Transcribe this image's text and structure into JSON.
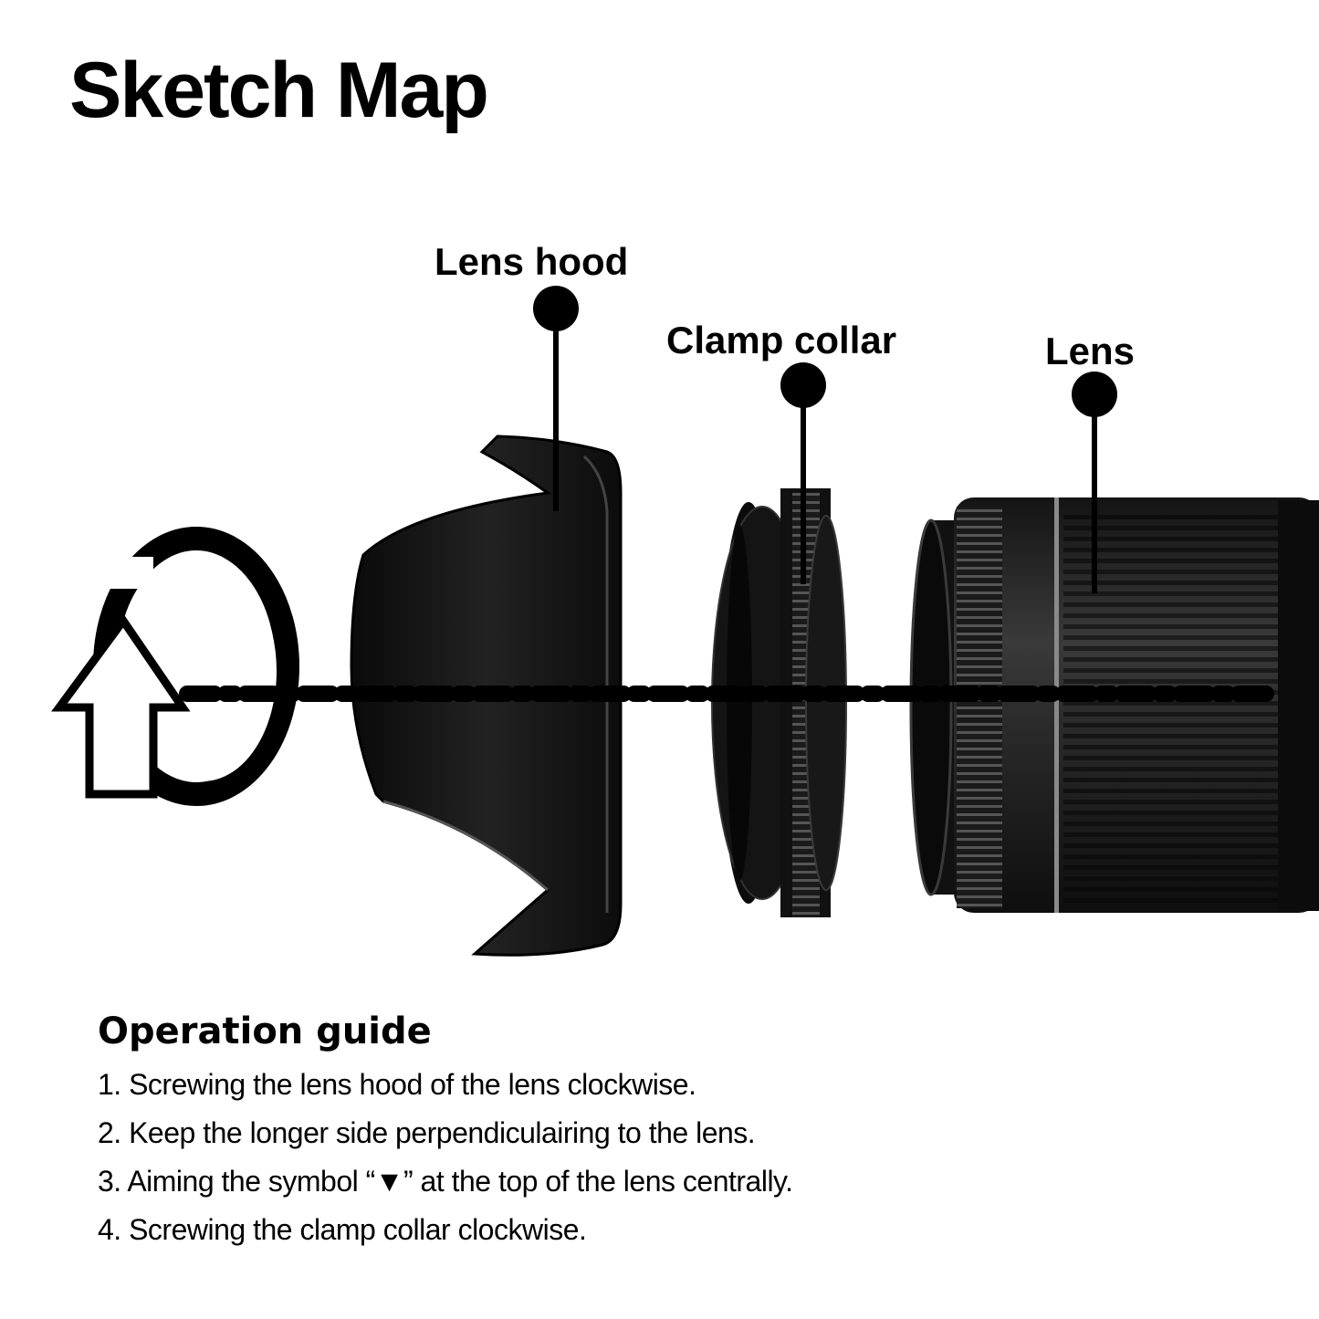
{
  "title": "Sketch Map",
  "callouts": {
    "lens_hood": "Lens hood",
    "clamp_collar": "Clamp collar",
    "lens": "Lens"
  },
  "guide": {
    "heading": "Operation guide",
    "steps": [
      "1. Screwing the lens hood of the lens clockwise.",
      "2. Keep the longer side perpendiculairing to the lens.",
      "3. Aiming the symbol “▼” at the top of the lens centrally.",
      "4. Screwing the clamp collar clockwise."
    ]
  },
  "icons": [
    "rotate-clockwise-arrow-icon"
  ],
  "colors": {
    "ink": "#000000",
    "background": "#ffffff",
    "lens_body": "#1c1c1c"
  }
}
